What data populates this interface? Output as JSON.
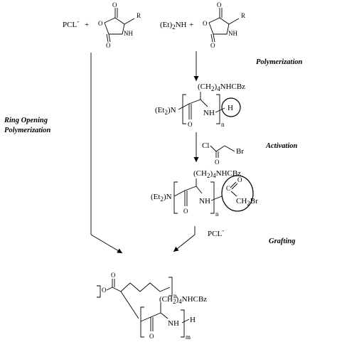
{
  "reactants": {
    "pcl": "PCL",
    "pcl_sup": "-",
    "plus": "+",
    "amine": "(Et)",
    "amine_sub": "2",
    "amine_tail": "NH",
    "nca_substituent": "R",
    "nca_oxygen": "O",
    "nca_nh": "NH"
  },
  "steps": {
    "ring_opening_line1": "Ring Opening",
    "ring_opening_line2": "Polymerization",
    "polymerization": "Polymerization",
    "activation": "Activation",
    "grafting": "Grafting"
  },
  "polypeptide": {
    "side_chain_a": "(CH",
    "side_chain_sub": "2",
    "side_chain_sub2": "4",
    "side_chain_b": ")",
    "side_chain_c": "NHCBz",
    "end_group_a": "(Et",
    "end_group_b": ")",
    "end_group_c": "N",
    "nh": "NH",
    "carbonyl_o": "O",
    "terminal_h": "H",
    "repeat_n": "n"
  },
  "activation": {
    "reagent_cl": "Cl",
    "reagent_br": "Br",
    "reagent_o": "O",
    "end_c": "C",
    "end_o": "O",
    "end_ch2br": "CH",
    "end_ch2br_sub": "2",
    "end_ch2br_tail": "Br"
  },
  "grafting": {
    "reagent": "PCL",
    "reagent_sup": "-"
  },
  "product": {
    "ester_o": "O",
    "carbonyl_o": "O",
    "repeat_n": "n",
    "repeat_m": "m",
    "nh": "NH",
    "h": "H",
    "side_chain_a": "(CH",
    "side_chain_sub": "2",
    "side_chain_sub2": "4",
    "side_chain_b": ")",
    "side_chain_c": "NHCBz"
  }
}
